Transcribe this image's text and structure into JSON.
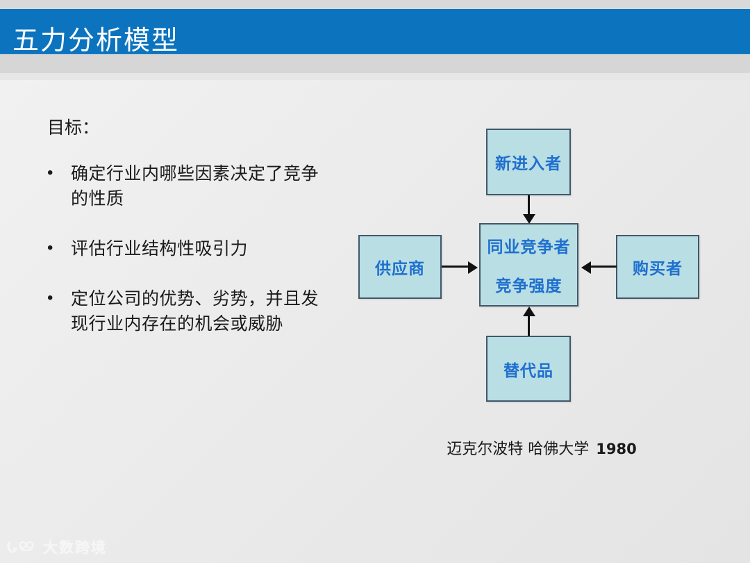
{
  "slide": {
    "title": "五力分析模型",
    "title_bar_color": "#0c74bf",
    "background_color": "#ececec"
  },
  "content": {
    "goal_label": "目标：",
    "bullet_marker": "•",
    "bullets": [
      "确定行业内哪些因素决定了竞争的性质",
      "评估行业结构性吸引力",
      "定位公司的优势、劣势，并且发现行业内存在的机会或威胁"
    ]
  },
  "diagram": {
    "node_fill_color": "#b9dee3",
    "node_border_color": "#41586a",
    "node_text_color": "#1f6fd0",
    "nodes": {
      "new_entrants": "新进入者",
      "suppliers": "供应商",
      "center_line1": "同业竞争者",
      "center_line2": "竞争强度",
      "buyers": "购买者",
      "substitutes": "替代品"
    },
    "arrows": [
      {
        "from": "new_entrants",
        "to": "center",
        "direction": "down"
      },
      {
        "from": "suppliers",
        "to": "center",
        "direction": "right"
      },
      {
        "from": "buyers",
        "to": "center",
        "direction": "left"
      },
      {
        "from": "substitutes",
        "to": "center",
        "direction": "up"
      }
    ],
    "caption_author": "迈克尔波特  哈佛大学",
    "caption_year": "1980"
  },
  "watermark": {
    "text": "大数跨境"
  }
}
